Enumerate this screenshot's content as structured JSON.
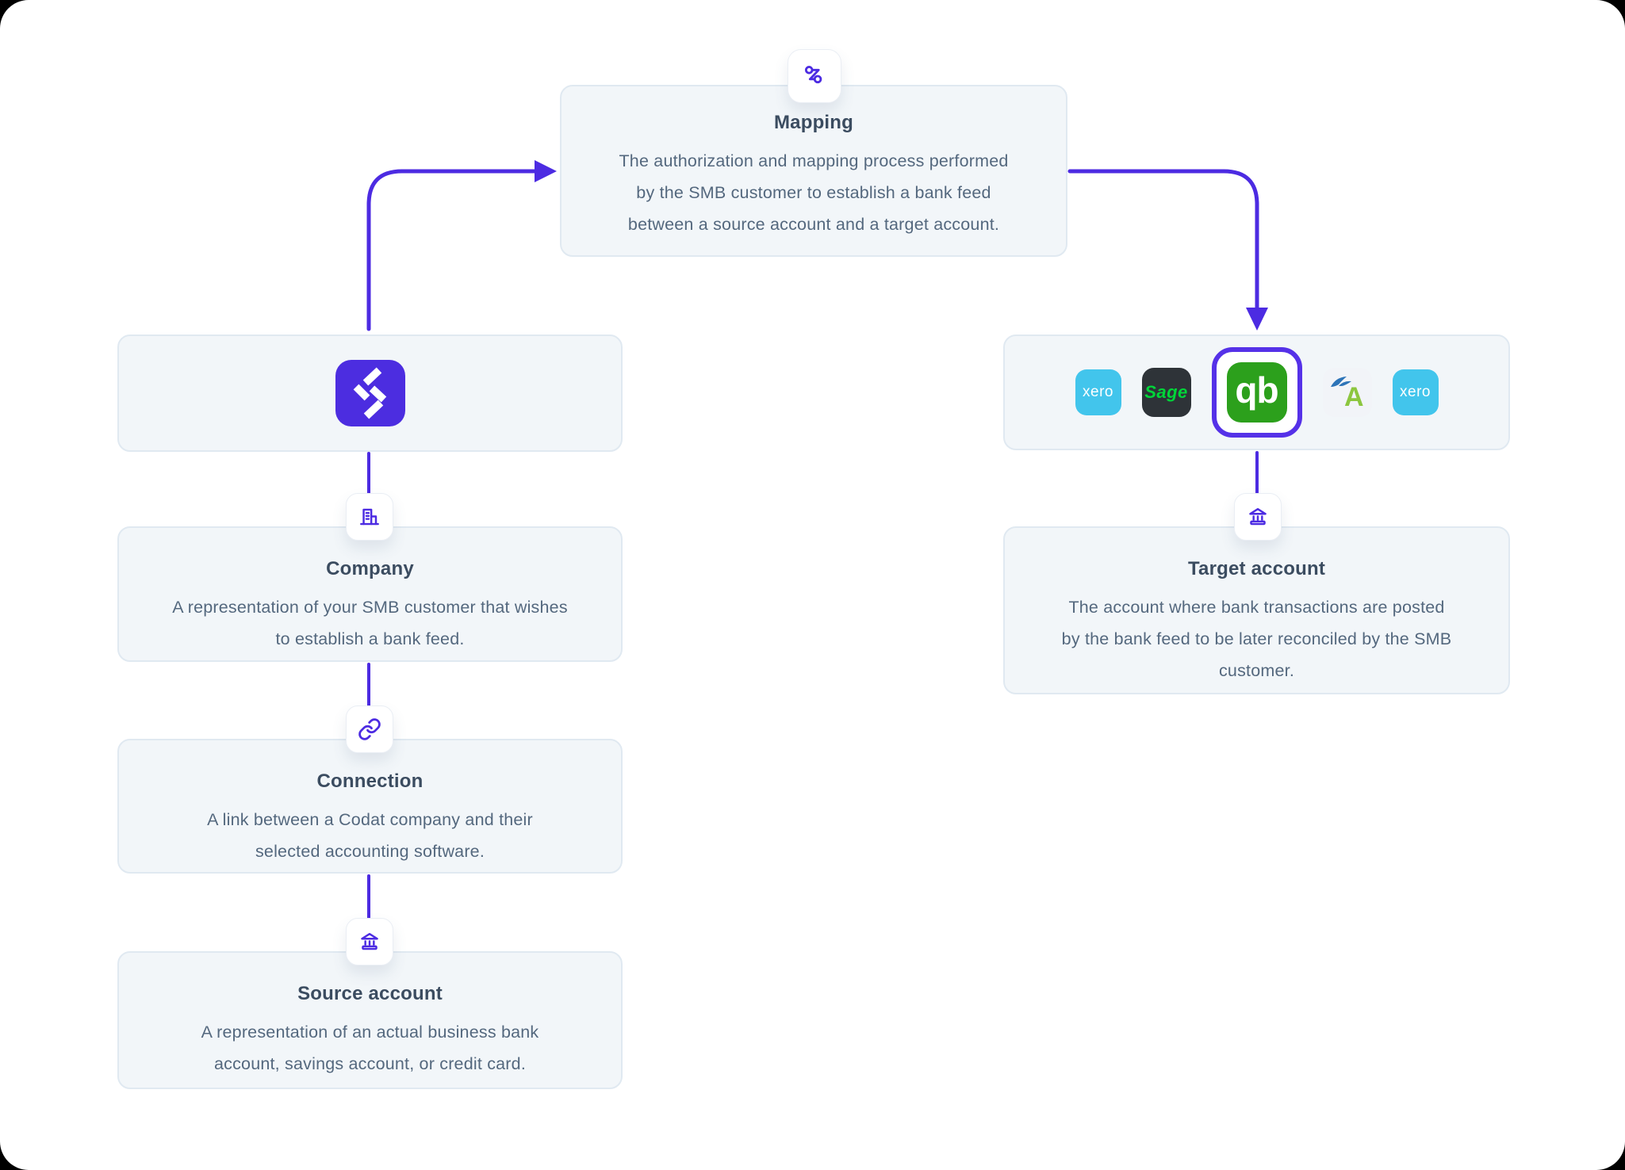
{
  "canvas": {
    "background": "#ffffff",
    "outer_background": "#000000"
  },
  "colors": {
    "accent_purple": "#4C2BE2",
    "card_background": "#F2F6F9",
    "card_border": "#E0E9F1",
    "title_text": "#3B4C60",
    "body_text": "#54687E",
    "xero_blue": "#42C5EC",
    "sage_tile": "#2E3338",
    "sage_green": "#00D639",
    "quickbooks_green": "#2CA01C",
    "freeagent_tile": "#F2F4F8",
    "freeagent_green": "#8CC63F",
    "freeagent_blue": "#2D74B8"
  },
  "nodes": {
    "mapping": {
      "title": "Mapping",
      "icon": "route-icon",
      "lines": [
        "The authorization and mapping process performed",
        "by the SMB customer to establish a bank feed",
        "between a source account and a target account."
      ]
    },
    "company": {
      "title": "Company",
      "icon": "building-icon",
      "lines": [
        "A representation of your SMB customer that wishes",
        "to establish a bank feed."
      ]
    },
    "connection": {
      "title": "Connection",
      "icon": "link-icon",
      "lines": [
        "A link between a Codat company and their",
        "selected accounting software."
      ]
    },
    "source_account": {
      "title": "Source account",
      "icon": "bank-icon",
      "lines": [
        "A representation of an actual business bank",
        "account, savings account, or credit card."
      ]
    },
    "target_account": {
      "title": "Target account",
      "icon": "bank-icon",
      "lines": [
        "The account where bank transactions are posted",
        "by the bank feed to be later reconciled by the SMB",
        "customer."
      ]
    }
  },
  "integrations": {
    "codat": {
      "name": "Codat"
    },
    "platforms": [
      {
        "name": "Xero",
        "label": "xero",
        "selected": false
      },
      {
        "name": "Sage",
        "label": "Sage",
        "selected": false
      },
      {
        "name": "QuickBooks",
        "label": "qb",
        "selected": true
      },
      {
        "name": "FreeAgent",
        "label": "A",
        "selected": false
      },
      {
        "name": "Xero",
        "label": "xero",
        "selected": false
      }
    ]
  }
}
